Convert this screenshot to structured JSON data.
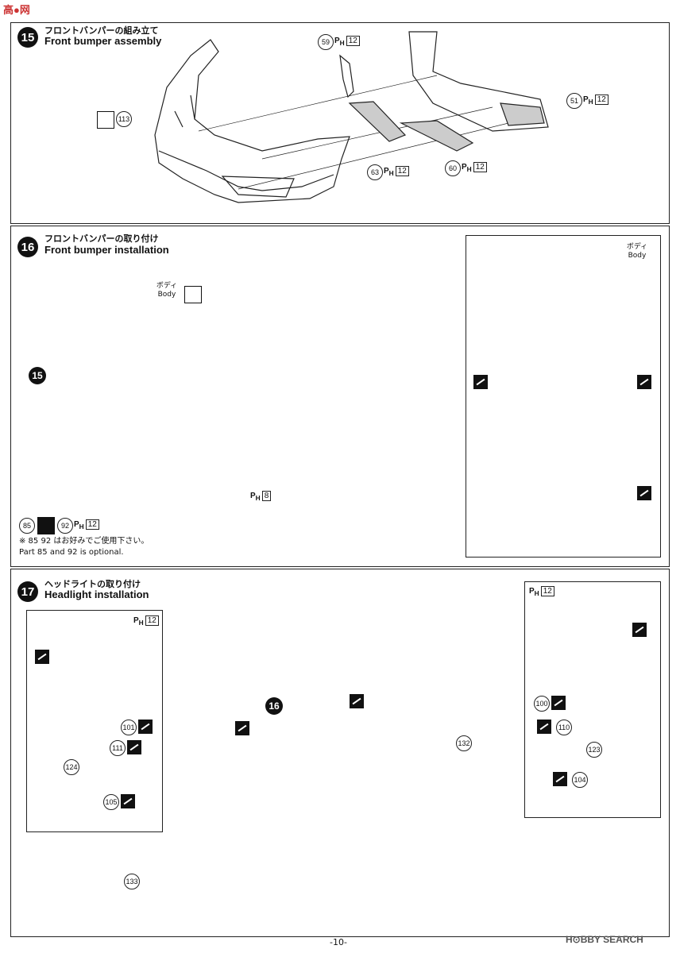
{
  "watermark_top": "高●网",
  "watermark_bottom": "H⊙BBY SEARCH",
  "page_number": "-10-",
  "step15": {
    "num": "15",
    "title_jp": "フロントバンパーの組み立て",
    "title_en": "Front bumper assembly",
    "parts": [
      {
        "num": "113"
      },
      {
        "num": "59",
        "ph": "P",
        "sub": "H",
        "box": "12"
      },
      {
        "num": "51",
        "ph": "P",
        "sub": "H",
        "box": "12"
      },
      {
        "num": "63",
        "ph": "P",
        "sub": "H",
        "box": "12"
      },
      {
        "num": "60",
        "ph": "P",
        "sub": "H",
        "box": "12"
      }
    ]
  },
  "step16": {
    "num": "16",
    "title_jp": "フロントバンパーの取り付け",
    "title_en": "Front bumper installation",
    "body_label_jp": "ボディ",
    "body_label_en": "Body",
    "ref_step": "15",
    "ph8": {
      "ph": "P",
      "sub": "H",
      "box": "8"
    },
    "part85": "85",
    "part92": "92",
    "ph12": {
      "ph": "P",
      "sub": "H",
      "box": "12"
    },
    "note_jp": "※ 85 92 はお好みでご使用下さい。",
    "note_en": "Part 85 and 92 is optional.",
    "inset_body_jp": "ボディ",
    "inset_body_en": "Body"
  },
  "step17": {
    "num": "17",
    "title_jp": "ヘッドライトの取り付け",
    "title_en": "Headlight installation",
    "ref_step": "16",
    "left_parts": [
      "101",
      "111",
      "124",
      "105"
    ],
    "right_parts": [
      "100",
      "110",
      "123",
      "104"
    ],
    "part132": "132",
    "part133": "133",
    "ph12": {
      "ph": "P",
      "sub": "H",
      "box": "12"
    }
  }
}
